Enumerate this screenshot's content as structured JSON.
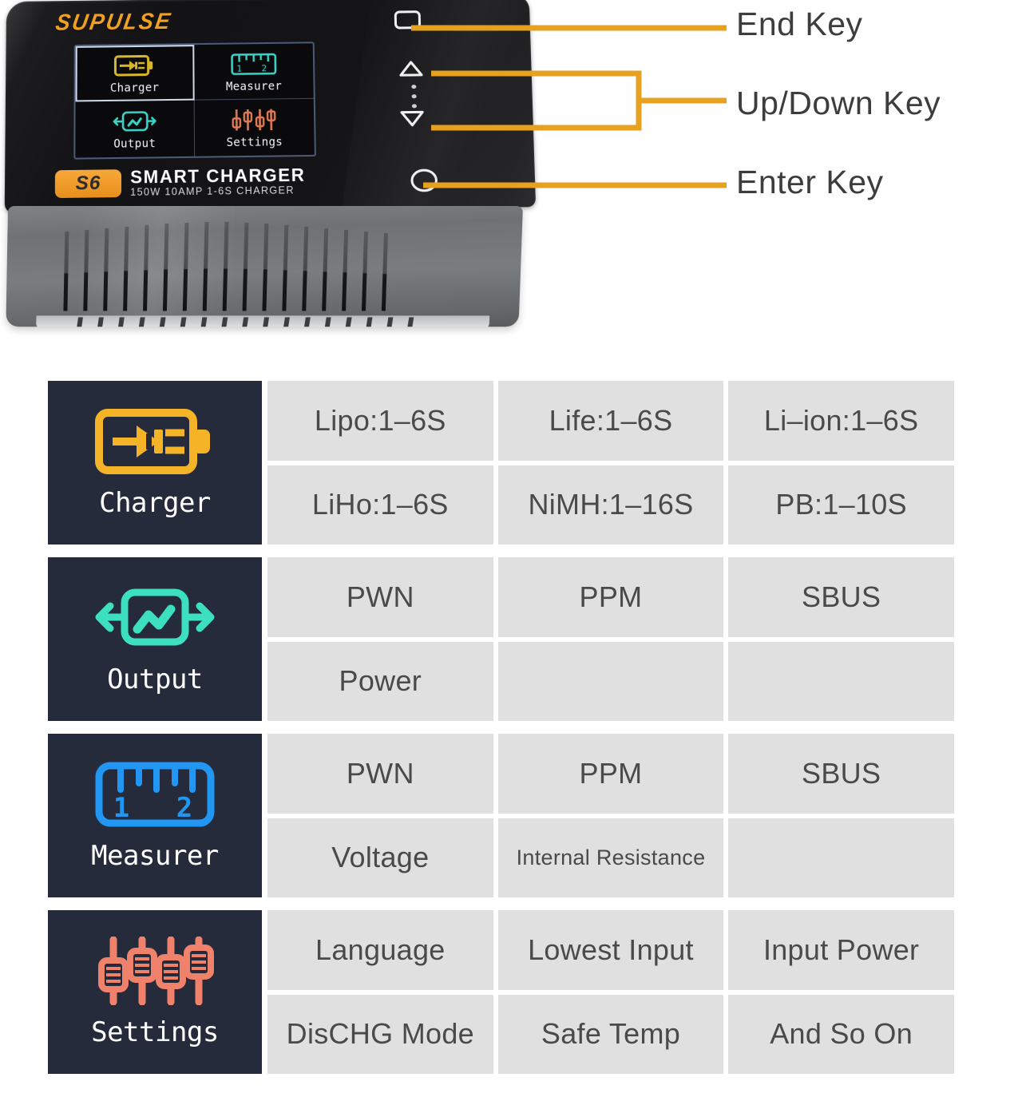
{
  "device": {
    "brand": "SUPULSE",
    "model_badge": "S6",
    "model_title": "SMART CHARGER",
    "model_subtitle": "150W 10AMP 1-6S CHARGER",
    "screen": {
      "items": [
        {
          "label": "Charger",
          "icon": "battery-plug-icon",
          "selected": true
        },
        {
          "label": "Measurer",
          "icon": "ruler-icon",
          "selected": false
        },
        {
          "label": "Output",
          "icon": "signal-output-icon",
          "selected": false
        },
        {
          "label": "Settings",
          "icon": "sliders-icon",
          "selected": false
        }
      ]
    },
    "keys": [
      {
        "name": "end-key",
        "icon": "rounded-square-icon"
      },
      {
        "name": "up-key",
        "icon": "triangle-up-icon"
      },
      {
        "name": "down-key",
        "icon": "triangle-down-icon"
      },
      {
        "name": "enter-key",
        "icon": "circle-icon"
      }
    ]
  },
  "callouts": {
    "end": "End Key",
    "updown": "Up/Down Key",
    "enter": "Enter Key"
  },
  "colors": {
    "callout_line": "#e8a020",
    "panel_bg": "#252b3b",
    "cell_bg": "#e0e0e0",
    "charger_icon": "#f5b427",
    "output_icon": "#3ce0c0",
    "measurer_icon": "#2196f3",
    "settings_icon": "#f0816a",
    "brand_orange": "#f0a022"
  },
  "table": {
    "rows": [
      {
        "category": "Charger",
        "icon": "battery-plug-icon",
        "cells": [
          "Lipo:1–6S",
          "Life:1–6S",
          "Li–ion:1–6S",
          "LiHo:1–6S",
          "NiMH:1–16S",
          "PB:1–10S"
        ]
      },
      {
        "category": "Output",
        "icon": "signal-output-icon",
        "cells": [
          "PWN",
          "PPM",
          "SBUS",
          "Power",
          "",
          ""
        ]
      },
      {
        "category": "Measurer",
        "icon": "ruler-icon",
        "cells": [
          "PWN",
          "PPM",
          "SBUS",
          "Voltage",
          "Internal Resistance",
          ""
        ]
      },
      {
        "category": "Settings",
        "icon": "sliders-icon",
        "cells": [
          "Language",
          "Lowest Input",
          "Input Power",
          "DisCHG Mode",
          "Safe Temp",
          "And So On"
        ]
      }
    ]
  }
}
